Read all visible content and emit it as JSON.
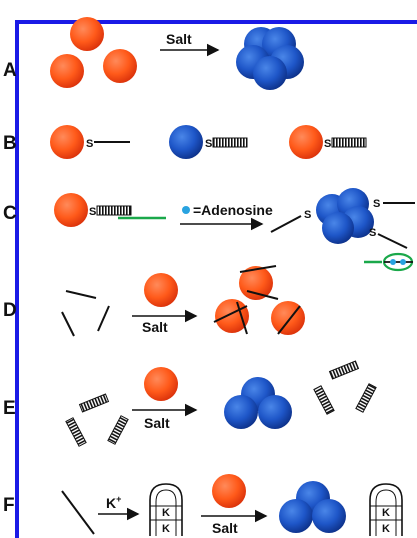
{
  "colors": {
    "frame": "#1a1ae6",
    "red": "#ff5a1a",
    "red_dark": "#d9300a",
    "blue": "#1e56c8",
    "blue_dark": "#0c2f86",
    "green": "#1aa84a",
    "adenosine": "#29a3e0",
    "stroke": "#111111"
  },
  "rows": [
    {
      "label": "A",
      "arrow_text": "Salt"
    },
    {
      "label": "B"
    },
    {
      "label": "C",
      "arrow_text": "=Adenosine"
    },
    {
      "label": "D",
      "arrow_text": "Salt"
    },
    {
      "label": "E",
      "arrow_text": "Salt"
    },
    {
      "label": "F",
      "arrow_text_1": "K",
      "arrow_text_1_sup": "+",
      "arrow_text_2": "Salt"
    }
  ],
  "thiol_label": "S",
  "k_label": "K"
}
